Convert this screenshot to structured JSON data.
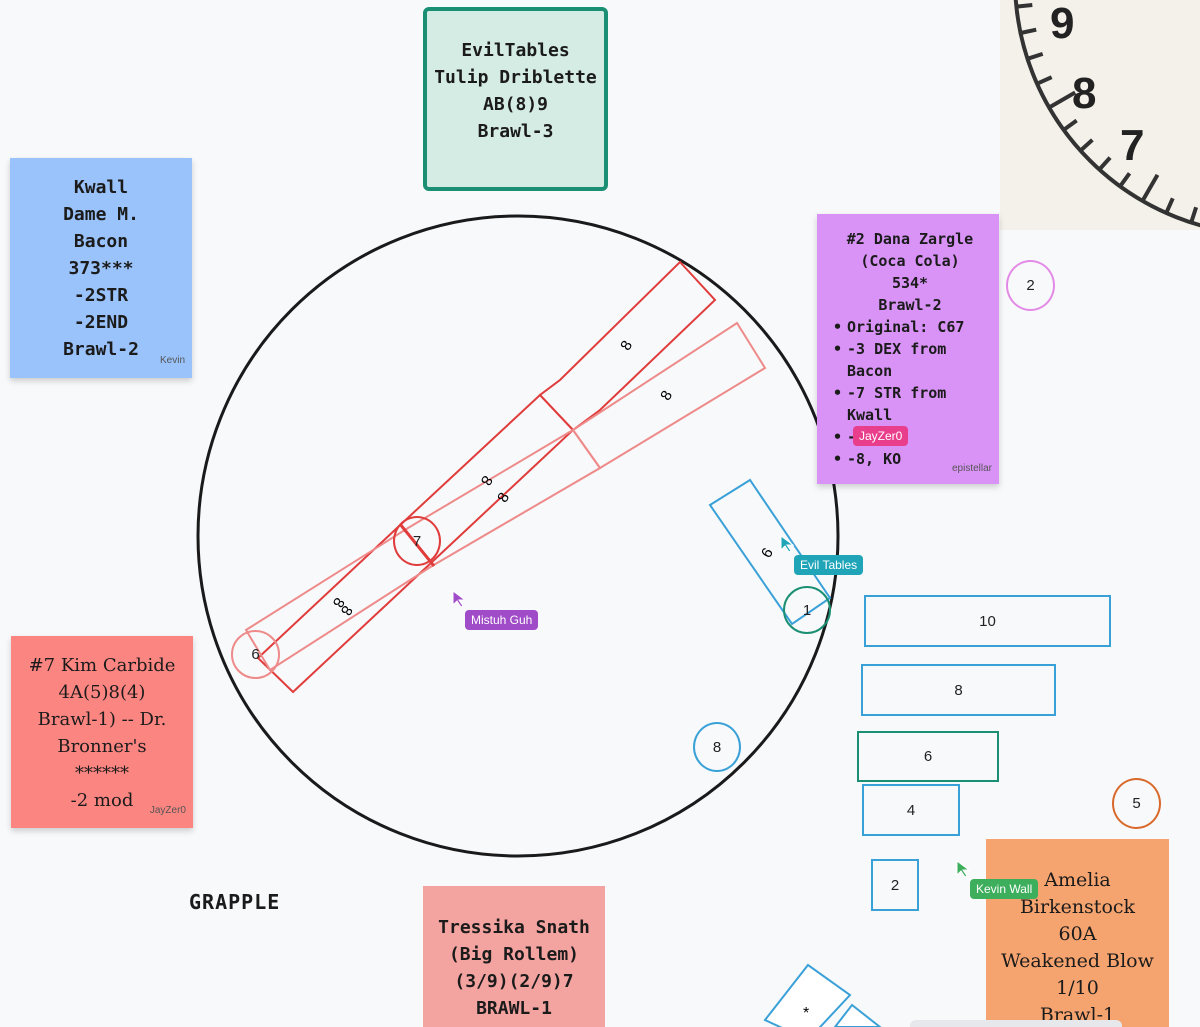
{
  "notes": {
    "eviltables": {
      "lines": [
        "EvilTables",
        "Tulip Driblette",
        "AB(8)9",
        "Brawl-3"
      ]
    },
    "kwall": {
      "lines": [
        "Kwall",
        "Dame M.",
        "Bacon",
        "373***",
        "-2STR",
        "-2END",
        "Brawl-2"
      ],
      "author": "Kevin"
    },
    "dana": {
      "lines": [
        "#2 Dana Zargle",
        "(Coca Cola)",
        "534*",
        "Brawl-2"
      ],
      "bullets": [
        "Original: C67",
        "-3 DEX from Bacon",
        "-7 STR from Kwall",
        "-",
        "-8, KO"
      ],
      "author": "epistellar"
    },
    "kim": {
      "lines": [
        "#7 Kim Carbide",
        "4A(5)8(4)",
        "Brawl-1) -- Dr.",
        "Bronner's",
        "******",
        "-2 mod"
      ],
      "author": "JayZer0"
    },
    "tressika": {
      "lines": [
        "Tressika Snath",
        "(Big Rollem)",
        "(3/9)(2/9)7",
        "BRAWL-1"
      ]
    },
    "amelia": {
      "lines": [
        "Amelia",
        "Birkenstock",
        "60A",
        "Weakened Blow",
        "1/10",
        "Brawl-1"
      ]
    }
  },
  "grapple_label": "GRAPPLE",
  "cursors": {
    "jayzer0": "JayZer0",
    "evil_tables": "Evil Tables",
    "mistuh_guh": "Mistuh Guh",
    "kevin_wall": "Kevin Wall"
  },
  "boxes": {
    "b10": "10",
    "b8": "8",
    "b6": "6",
    "b4": "4",
    "b2": "2"
  },
  "circles": {
    "c2": "2",
    "c8": "8",
    "c5": "5",
    "c1": "1",
    "c7": "7",
    "c6": "6"
  },
  "strip_labels": {
    "a": "8",
    "b": "8",
    "c": "8",
    "d": "8",
    "e": "8",
    "f": "8",
    "g": "9",
    "h": "*"
  },
  "clock_numbers": {
    "n9": "9",
    "n8": "8",
    "n7": "7"
  },
  "colors": {
    "green_note": "#d5ece5",
    "blue_note": "#9ac3fb",
    "purple_note": "#d993f7",
    "red_note": "#fb8581",
    "pink_note": "#f4a4a0",
    "orange_note": "#f5a46f",
    "red_line": "#e03c3c",
    "pink_line": "#ee8a8a",
    "blue_line": "#3aa1d8",
    "teal_line": "#1b8f73"
  }
}
